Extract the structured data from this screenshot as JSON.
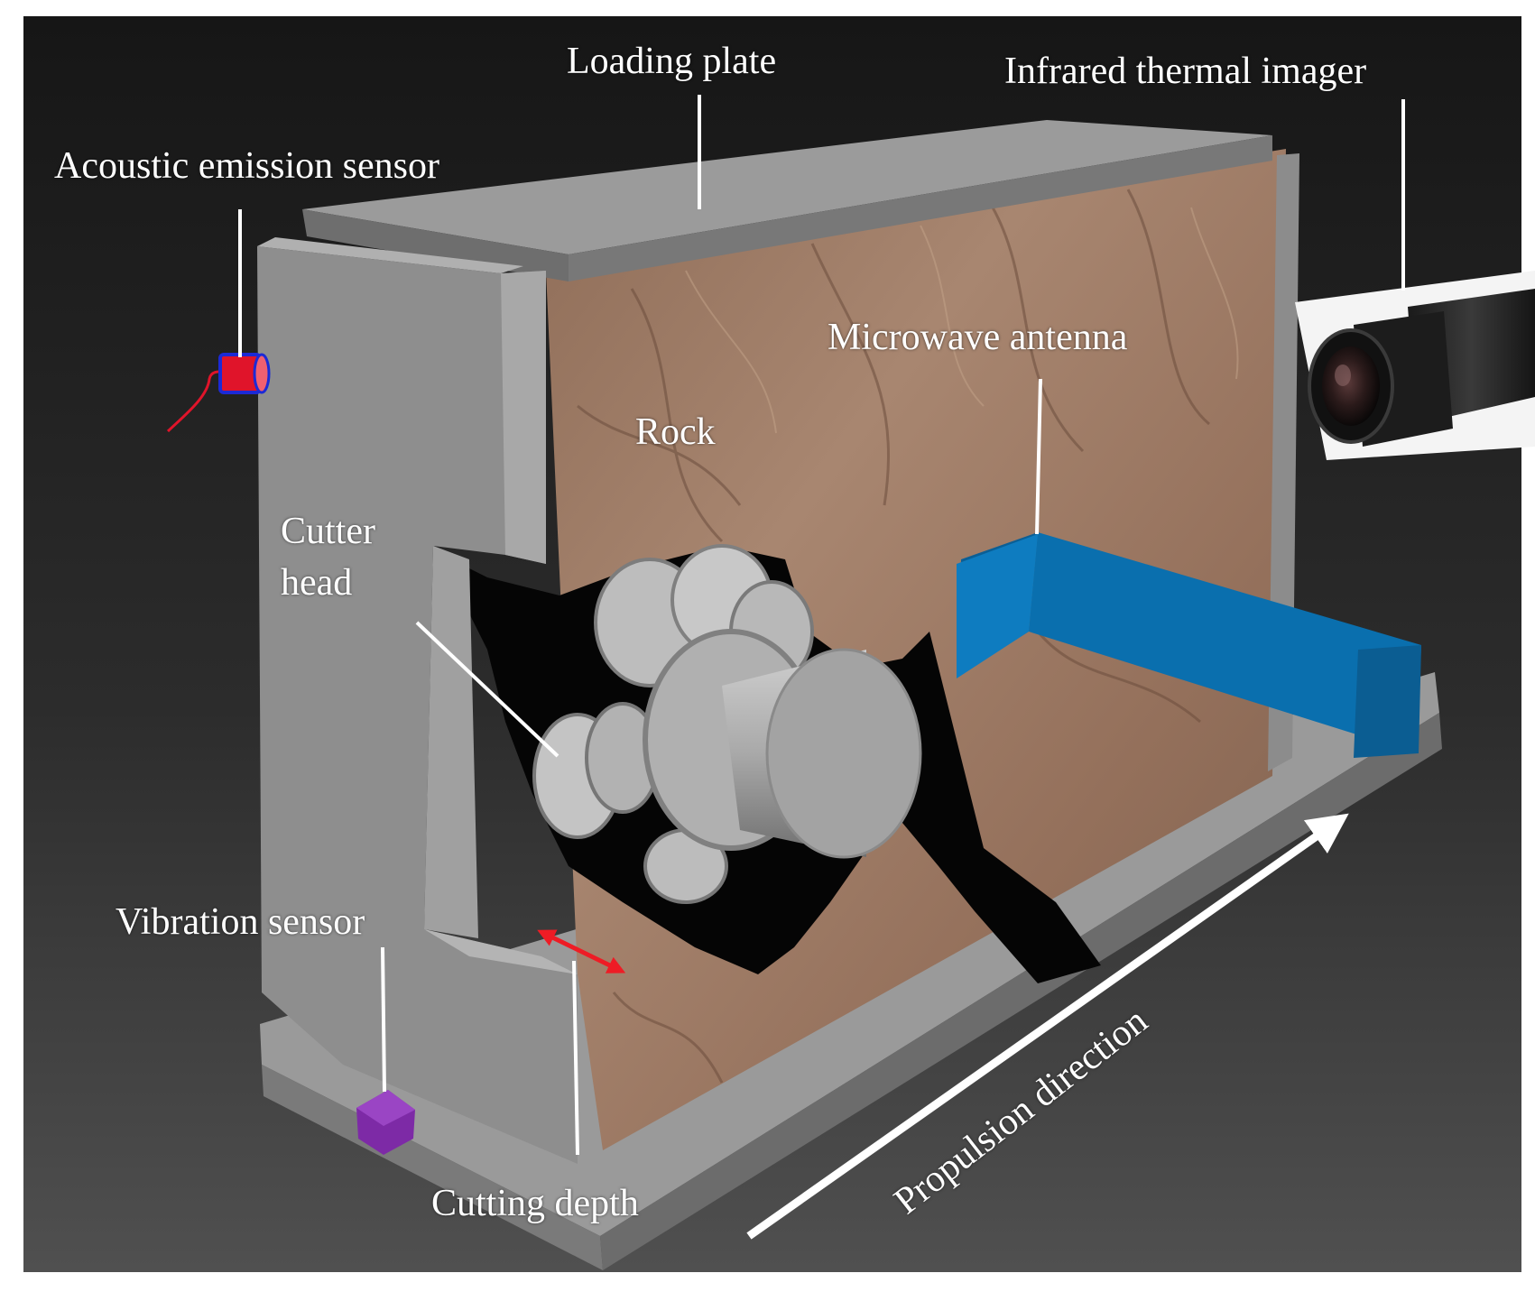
{
  "figure": {
    "labels": {
      "loading_plate": "Loading plate",
      "infrared_thermal_imager": "Infrared thermal imager",
      "acoustic_emission_sensor": "Acoustic emission sensor",
      "microwave_antenna": "Microwave antenna",
      "rock": "Rock",
      "cutter_head_line1": "Cutter",
      "cutter_head_line2": "head",
      "vibration_sensor": "Vibration sensor",
      "cutting_depth": "Cutting depth",
      "propulsion_direction": "Propulsion direction"
    },
    "colors": {
      "background_dark": "#1f1f1f",
      "background_mid": "#4a4a4a",
      "frame_gray": "#8a8a8a",
      "rock_brown": "#9c7a63",
      "antenna_blue": "#0a6fae",
      "acoustic_sensor_red": "#e0142a",
      "acoustic_sensor_ring": "#1c2ad6",
      "vibration_sensor_purple": "#7d2aa6",
      "depth_arrow_red": "#ee1c25",
      "label_white": "#ffffff"
    },
    "icons": [
      "acoustic-emission-sensor-icon",
      "vibration-sensor-icon",
      "infrared-camera-icon",
      "cutter-head-icon",
      "microwave-antenna-icon"
    ]
  }
}
